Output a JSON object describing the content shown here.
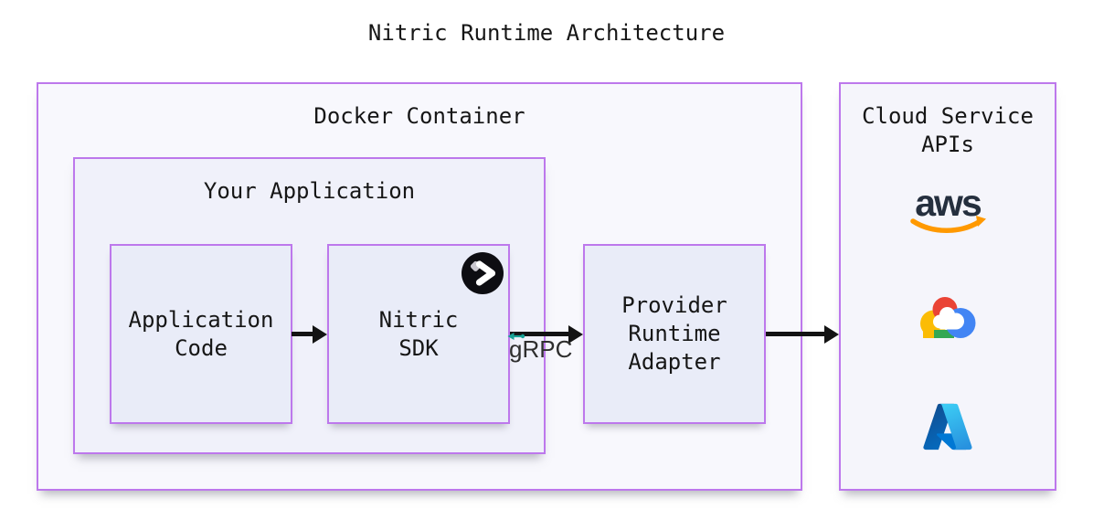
{
  "title": "Nitric Runtime Architecture",
  "docker": {
    "label": "Docker Container"
  },
  "your_app": {
    "label": "Your Application"
  },
  "app_code": {
    "label": "Application\nCode"
  },
  "nitric_sdk": {
    "label": "Nitric\nSDK",
    "logo": "nitric-logo"
  },
  "provider": {
    "label": "Provider\nRuntime\nAdapter"
  },
  "grpc": {
    "label": "gRPC"
  },
  "cloud": {
    "label": "Cloud Service\nAPIs",
    "providers": [
      "aws-logo",
      "google-cloud-logo",
      "azure-logo"
    ]
  },
  "colors": {
    "border_purple": "#bd78ec",
    "docker_fill": "#f8f8fd",
    "your_app_fill": "#f0f1fa",
    "small_box_fill": "#e9ecf8",
    "cloud_fill": "#f5f5fb",
    "arrow_black": "#131313",
    "text": "#161616",
    "grpc_teal": "#17a295",
    "nitric_black": "#0d0d12",
    "nitric_gray": "#c8c6ce",
    "aws_navy": "#252F3E",
    "aws_orange": "#FF9900",
    "gcp_blue": "#4285F4",
    "gcp_red": "#EA4335",
    "gcp_yellow": "#FBBC05",
    "gcp_green": "#34A853",
    "azure_dark": "#114A8B",
    "azure_mid": "#0078D4",
    "azure_light": "#3CCBF4"
  }
}
